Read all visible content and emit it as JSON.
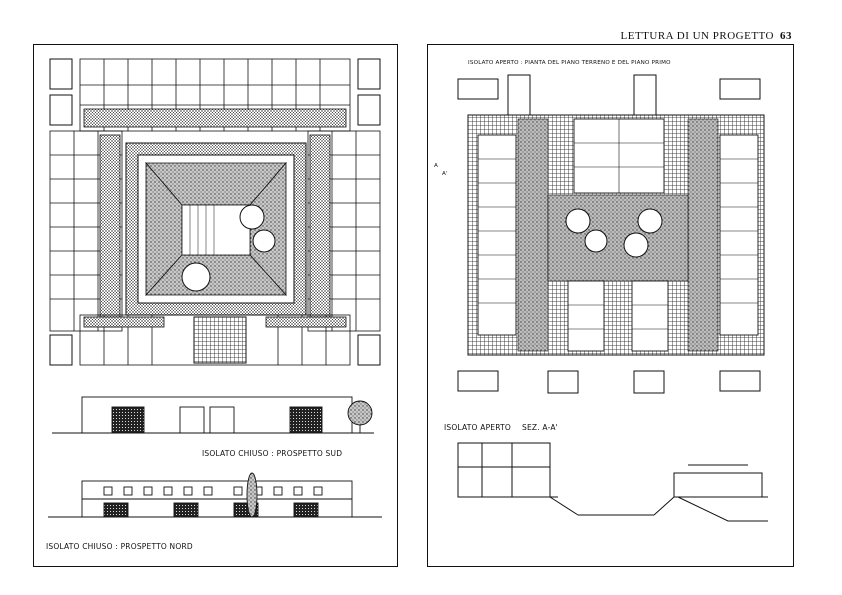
{
  "header": {
    "title": "LETTURA DI UN PROGETTO",
    "page_number": "63"
  },
  "left_panel": {
    "caption_south": "ISOLATO CHIUSO : PROSPETTO SUD",
    "caption_north": "ISOLATO CHIUSO : PROSPETTO NORD"
  },
  "right_panel": {
    "caption_plan": "ISOLATO APERTO : PIANTA DEL PIANO TERRENO E DEL PIANO PRIMO",
    "caption_section": "ISOLATO APERTO",
    "section_label": "SEZ. A-A'",
    "marker_a": "A",
    "marker_a2": "A'"
  }
}
